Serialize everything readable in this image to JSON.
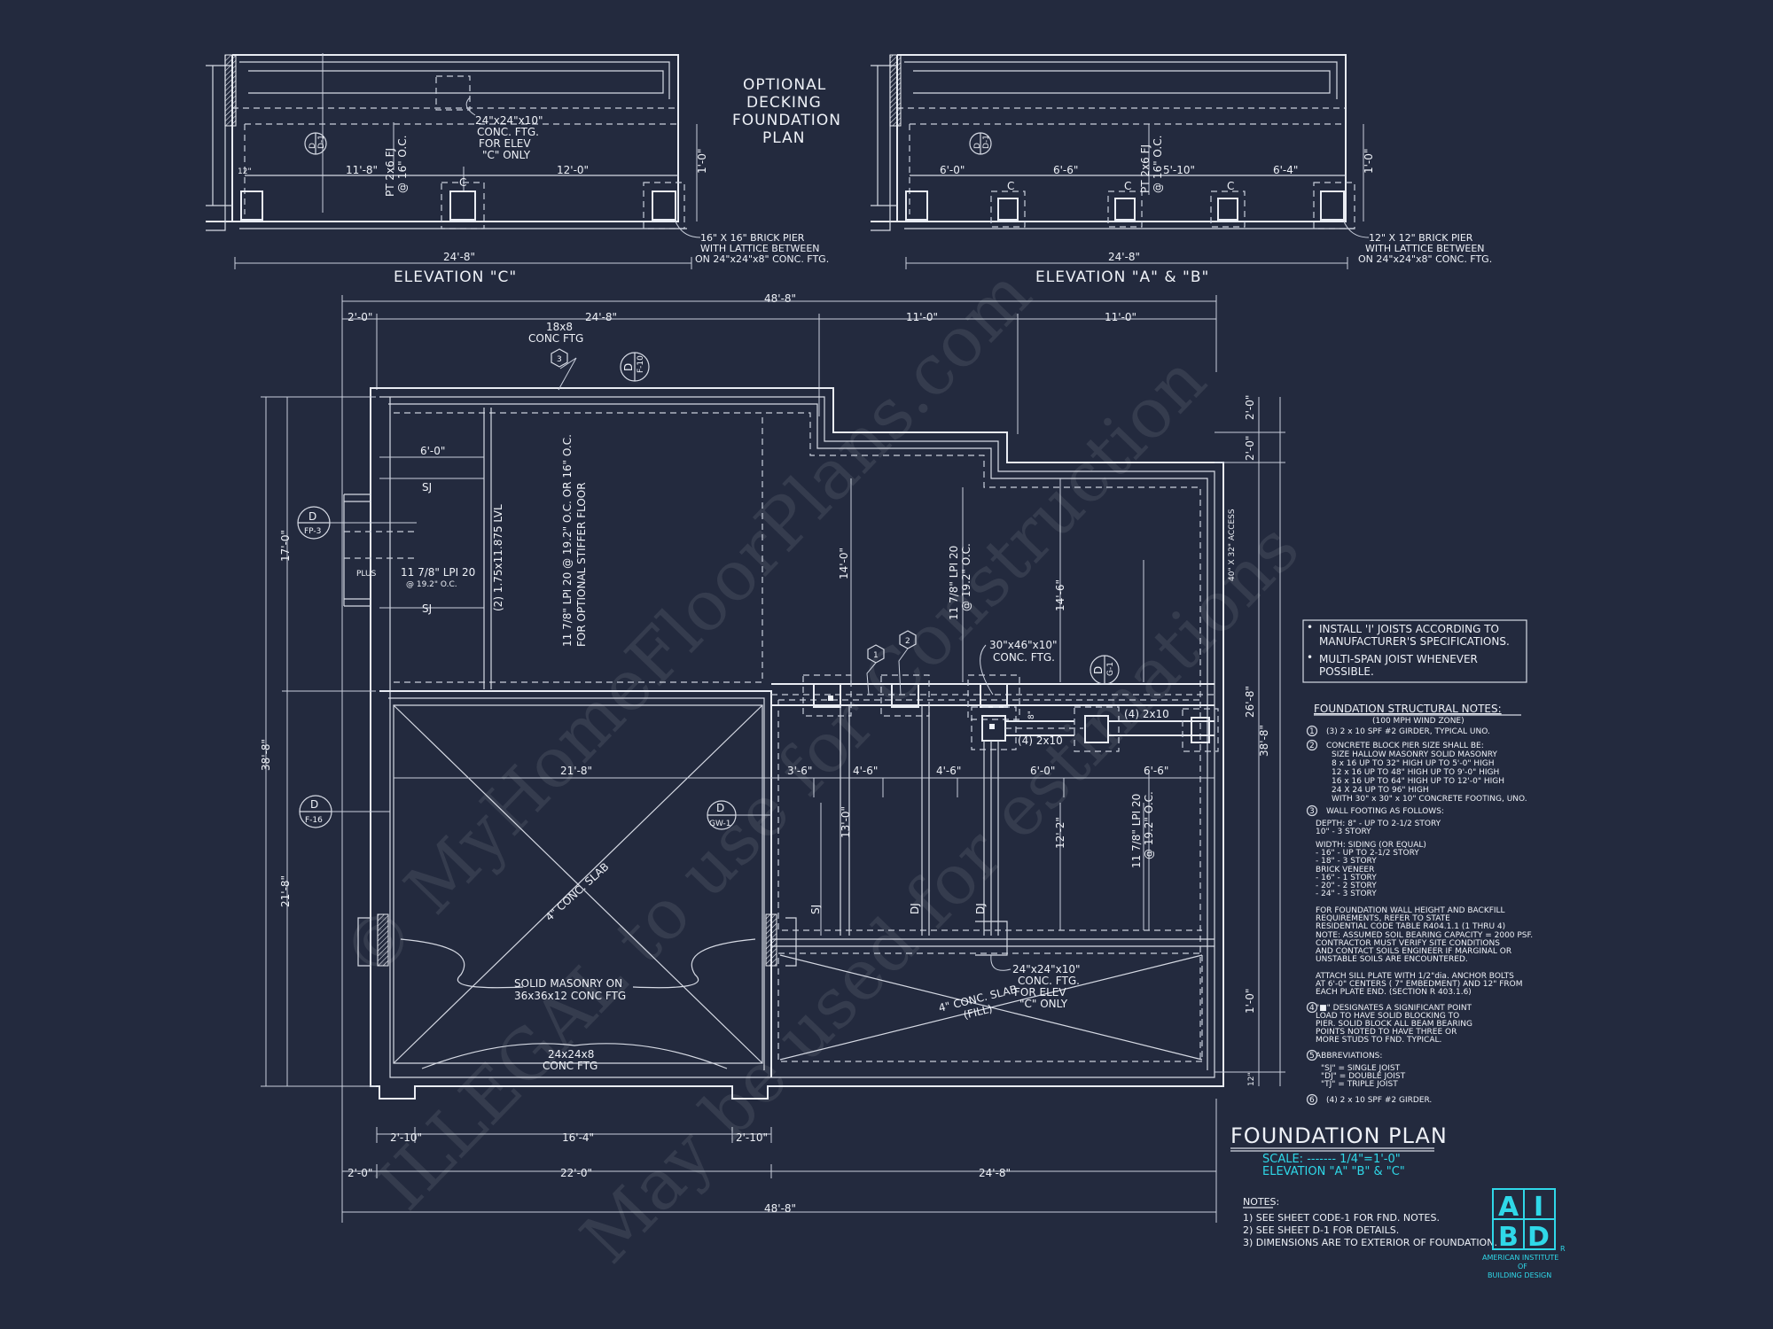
{
  "elevation_c": {
    "title": "ELEVATION \"C\"",
    "bubble": {
      "top": "D",
      "bottom": "D-1"
    },
    "footing_note": [
      "24\"x24\"x10\"",
      "CONC. FTG.",
      "FOR ELEV",
      "\"C\" ONLY"
    ],
    "joist_note": [
      "PT 2x6 FJ",
      "@ 16\" O.C."
    ],
    "dims": {
      "left": "11'-8\"",
      "right": "12'-0\"",
      "total": "24'-8\"",
      "side": "1'-0\"",
      "small": "12\""
    },
    "pier_note": [
      "16\" X 16\" BRICK PIER",
      "WITH LATTICE BETWEEN",
      "ON 24\"x24\"x8\" CONC. FTG."
    ],
    "centerline": "C"
  },
  "optional_title": [
    "OPTIONAL",
    "DECKING",
    "FOUNDATION",
    "PLAN"
  ],
  "elevation_ab": {
    "title": "ELEVATION \"A\" & \"B\"",
    "bubble": {
      "top": "D",
      "bottom": "D-1"
    },
    "joist_note": [
      "PT 2x6 FJ",
      "@ 16\" O.C."
    ],
    "dims": {
      "d1": "6'-0\"",
      "d2": "6'-6\"",
      "d3": "5'-10\"",
      "d4": "6'-4\"",
      "total": "24'-8\"",
      "side": "1'-0\""
    },
    "pier_note": [
      "12\" X 12\" BRICK PIER",
      "WITH LATTICE BETWEEN",
      "ON 24\"x24\"x8\" CONC. FTG."
    ],
    "centerline": "C"
  },
  "plan": {
    "top_dims": {
      "overall": "48'-8\"",
      "a": "2'-0\"",
      "b": "24'-8\"",
      "c": "11'-0\"",
      "d": "11'-0\""
    },
    "footing_top": [
      "18x8",
      "CONC FTG"
    ],
    "hex3": "3",
    "bubble_f10": {
      "top": "D",
      "bottom": "F-10"
    },
    "bubble_fp3": {
      "top": "D",
      "bottom": "FP-3"
    },
    "bubble_f16": {
      "top": "D",
      "bottom": "F-16"
    },
    "bubble_gw1": {
      "top": "D",
      "bottom": "GW-1"
    },
    "bubble_g1": {
      "top": "D",
      "bottom": "G-1"
    },
    "dim_6_0": "6'-0\"",
    "sj": "SJ",
    "dj": "DJ",
    "plus": "PLUS",
    "lpi_left": [
      "11 7/8\" LPI 20",
      "@ 19.2\" O.C."
    ],
    "lvl": "(2) 1.75x11.875 LVL",
    "stiffer_floor": [
      "11 7/8\" LPI 20 @ 19.2\" O.C. OR 16\" O.C.",
      "FOR OPTIONAL STIFFER FLOOR"
    ],
    "lpi_mid": [
      "11 7/8\" LPI 20",
      "@ 19.2\" O.C."
    ],
    "lpi_right": [
      "11 7/8\" LPI 20",
      "@ 19.2\" O.C."
    ],
    "dim_14_0": "14'-0\"",
    "dim_14_6": "14'-6\"",
    "dim_13_0": "13'-0\"",
    "dim_12_2": "12'-2\"",
    "hex1": "1",
    "hex2": "2",
    "ftg_30": [
      "30\"x46\"x10\"",
      "CONC. FTG."
    ],
    "girder1": "(4) 2x10",
    "girder2": "(4) 2x10",
    "dim_8": "8\"",
    "mid_dims": {
      "a": "21'-8\"",
      "b": "3'-6\"",
      "c": "4'-6\"",
      "d": "4'-6\"",
      "e": "6'-0\"",
      "f": "6'-6\""
    },
    "left_dims": {
      "overall": "38'-8\"",
      "a": "17'-0\"",
      "b": "21'-8\""
    },
    "right_dims": {
      "overall": "38'-8\"",
      "a": "2'-0\"",
      "b": "2'-0\"",
      "c": "26'-8\"",
      "d": "1'-0\"",
      "e": "12\""
    },
    "access": "40\" X 32\" ACCESS",
    "slab_garage": "4\" CONC. SLAB",
    "masonry": [
      "SOLID MASONRY ON",
      "36x36x12 CONC FTG"
    ],
    "conc_ftg_24": [
      "24x24x8",
      "CONC FTG"
    ],
    "slab_fill": [
      "4\" CONC. SLAB",
      "(FILL)"
    ],
    "ftg_elev_c": [
      "24\"x24\"x10\"",
      "CONC. FTG.",
      "FOR ELEV",
      "\"C\" ONLY"
    ],
    "bottom_dims": {
      "a": "2'-10\"",
      "b": "16'-4\"",
      "c": "2'-10\"",
      "d": "2'-0\"",
      "e": "22'-0\"",
      "f": "24'-8\"",
      "overall": "48'-8\""
    }
  },
  "install_notes": [
    "INSTALL 'I' JOISTS ACCORDING TO",
    "MANUFACTURER'S SPECIFICATIONS.",
    "MULTI-SPAN JOIST WHENEVER",
    "POSSIBLE."
  ],
  "structural_notes": {
    "title": "FOUNDATION STRUCTURAL NOTES:",
    "subtitle": "(100 MPH WIND ZONE)",
    "lines": [
      "(3) 2 x 10 SPF #2 GIRDER, TYPICAL UNO.",
      "CONCRETE BLOCK PIER SIZE SHALL BE:",
      "SIZE      HALLOW MASONRY     SOLID MASONRY",
      "8 x 16      UP TO 32\" HIGH      UP TO 5'-0\" HIGH",
      "12 x 16     UP TO 48\" HIGH      UP TO 9'-0\" HIGH",
      "16 x 16     UP TO 64\" HIGH      UP TO 12'-0\" HIGH",
      "24 X 24     UP TO 96\" HIGH",
      "WITH 30\" x 30\" x 10\" CONCRETE FOOTING, UNO.",
      "WALL FOOTING AS FOLLOWS:",
      "DEPTH:   8\" - UP TO 2-1/2 STORY",
      "             10\" - 3 STORY",
      "WIDTH:   SIDING (OR EQUAL)",
      "                 - 16\" - UP TO 2-1/2 STORY",
      "                 - 18\" - 3 STORY",
      "           BRICK VENEER",
      "                 - 16\" - 1 STORY",
      "                 - 20\" - 2 STORY",
      "                 - 24\" - 3 STORY",
      "FOR FOUNDATION WALL HEIGHT AND BACKFILL",
      "REQUIREMENTS, REFER TO STATE",
      "RESIDENTIAL CODE TABLE R404.1.1 (1 THRU 4)",
      "NOTE: ASSUMED SOIL BEARING CAPACITY = 2000 PSF.",
      "CONTRACTOR MUST VERIFY SITE CONDITIONS",
      "AND CONTACT SOILS ENGINEER IF MARGINAL OR",
      "UNSTABLE SOILS ARE ENCOUNTERED.",
      "ATTACH SILL PLATE WITH 1/2\"dia. ANCHOR BOLTS",
      "AT 6'-0\" CENTERS ( 7\" EMBEDMENT) AND 12\" FROM",
      "EACH PLATE END. (SECTION R 403.1.6)",
      "\"■\" DESIGNATES A SIGNIFICANT POINT",
      "LOAD TO HAVE SOLID BLOCKING TO",
      "PIER. SOLID BLOCK ALL BEAM BEARING",
      "POINTS NOTED TO HAVE THREE OR",
      "MORE STUDS TO FND. TYPICAL.",
      "ABBREVIATIONS:",
      "\"SJ\" = SINGLE JOIST",
      "\"DJ\" = DOUBLE JOIST",
      "\"TJ\" = TRIPLE JOIST",
      "(4) 2 x 10 SPF #2 GIRDER."
    ],
    "markers": [
      "1",
      "2",
      "3",
      "4",
      "5",
      "6"
    ]
  },
  "title_block": {
    "title": "FOUNDATION PLAN",
    "scale_label": "SCALE: ------- 1/4\"=1'-0\"",
    "elevation": "ELEVATION \"A\" \"B\" & \"C\"",
    "notes_title": "NOTES:",
    "notes": [
      "1)  SEE SHEET CODE-1 FOR FND. NOTES.",
      "2)  SEE SHEET D-1 FOR DETAILS.",
      "3)  DIMENSIONS ARE TO EXTERIOR OF FOUNDATION."
    ]
  },
  "logo": {
    "cells": [
      "A",
      "I",
      "B",
      "D"
    ],
    "org_lines": [
      "AMERICAN INSTITUTE",
      "OF",
      "BUILDING DESIGN"
    ],
    "reg": "R"
  },
  "watermark": {
    "lines": [
      "© MyHomeFloorPlans.com",
      "ILLEGAL to use for Construction",
      "May be used for estimations"
    ]
  },
  "colors": {
    "background": "#232a3e",
    "linework": "#e9ecf3",
    "accent": "#2fd8e8"
  }
}
